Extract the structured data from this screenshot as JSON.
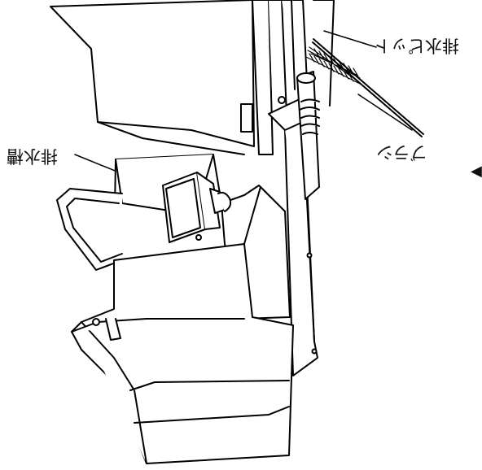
{
  "labels": {
    "drain_pipe": "排水ピット",
    "brush": "ブラシ",
    "drain_trap": "排水槽"
  },
  "marks": {
    "arrow": "◀"
  },
  "colors": {
    "line": "#000000",
    "background": "#ffffff"
  }
}
